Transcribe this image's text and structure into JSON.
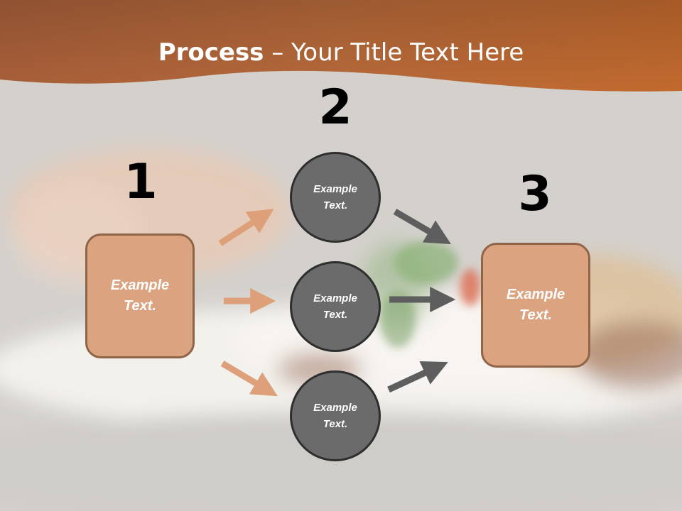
{
  "title": {
    "bold": "Process",
    "rest": " – Your Title Text Here"
  },
  "steps": [
    {
      "number": "1",
      "text": "Example\nText."
    },
    {
      "number": "2",
      "text": "Example\nText."
    },
    {
      "number": "3",
      "text": "Example\nText."
    }
  ],
  "circles": [
    {
      "text": "Example\nText."
    },
    {
      "text": "Example\nText."
    },
    {
      "text": "Example\nText."
    }
  ],
  "colors": {
    "header": "#c0652e",
    "box_fill": "#dba380",
    "box_border": "#8f6548",
    "circle_fill": "#6b6b6b",
    "circle_border": "#2e2e2e",
    "arrow_light": "#dda07a",
    "arrow_dark": "#5e5e5e"
  }
}
